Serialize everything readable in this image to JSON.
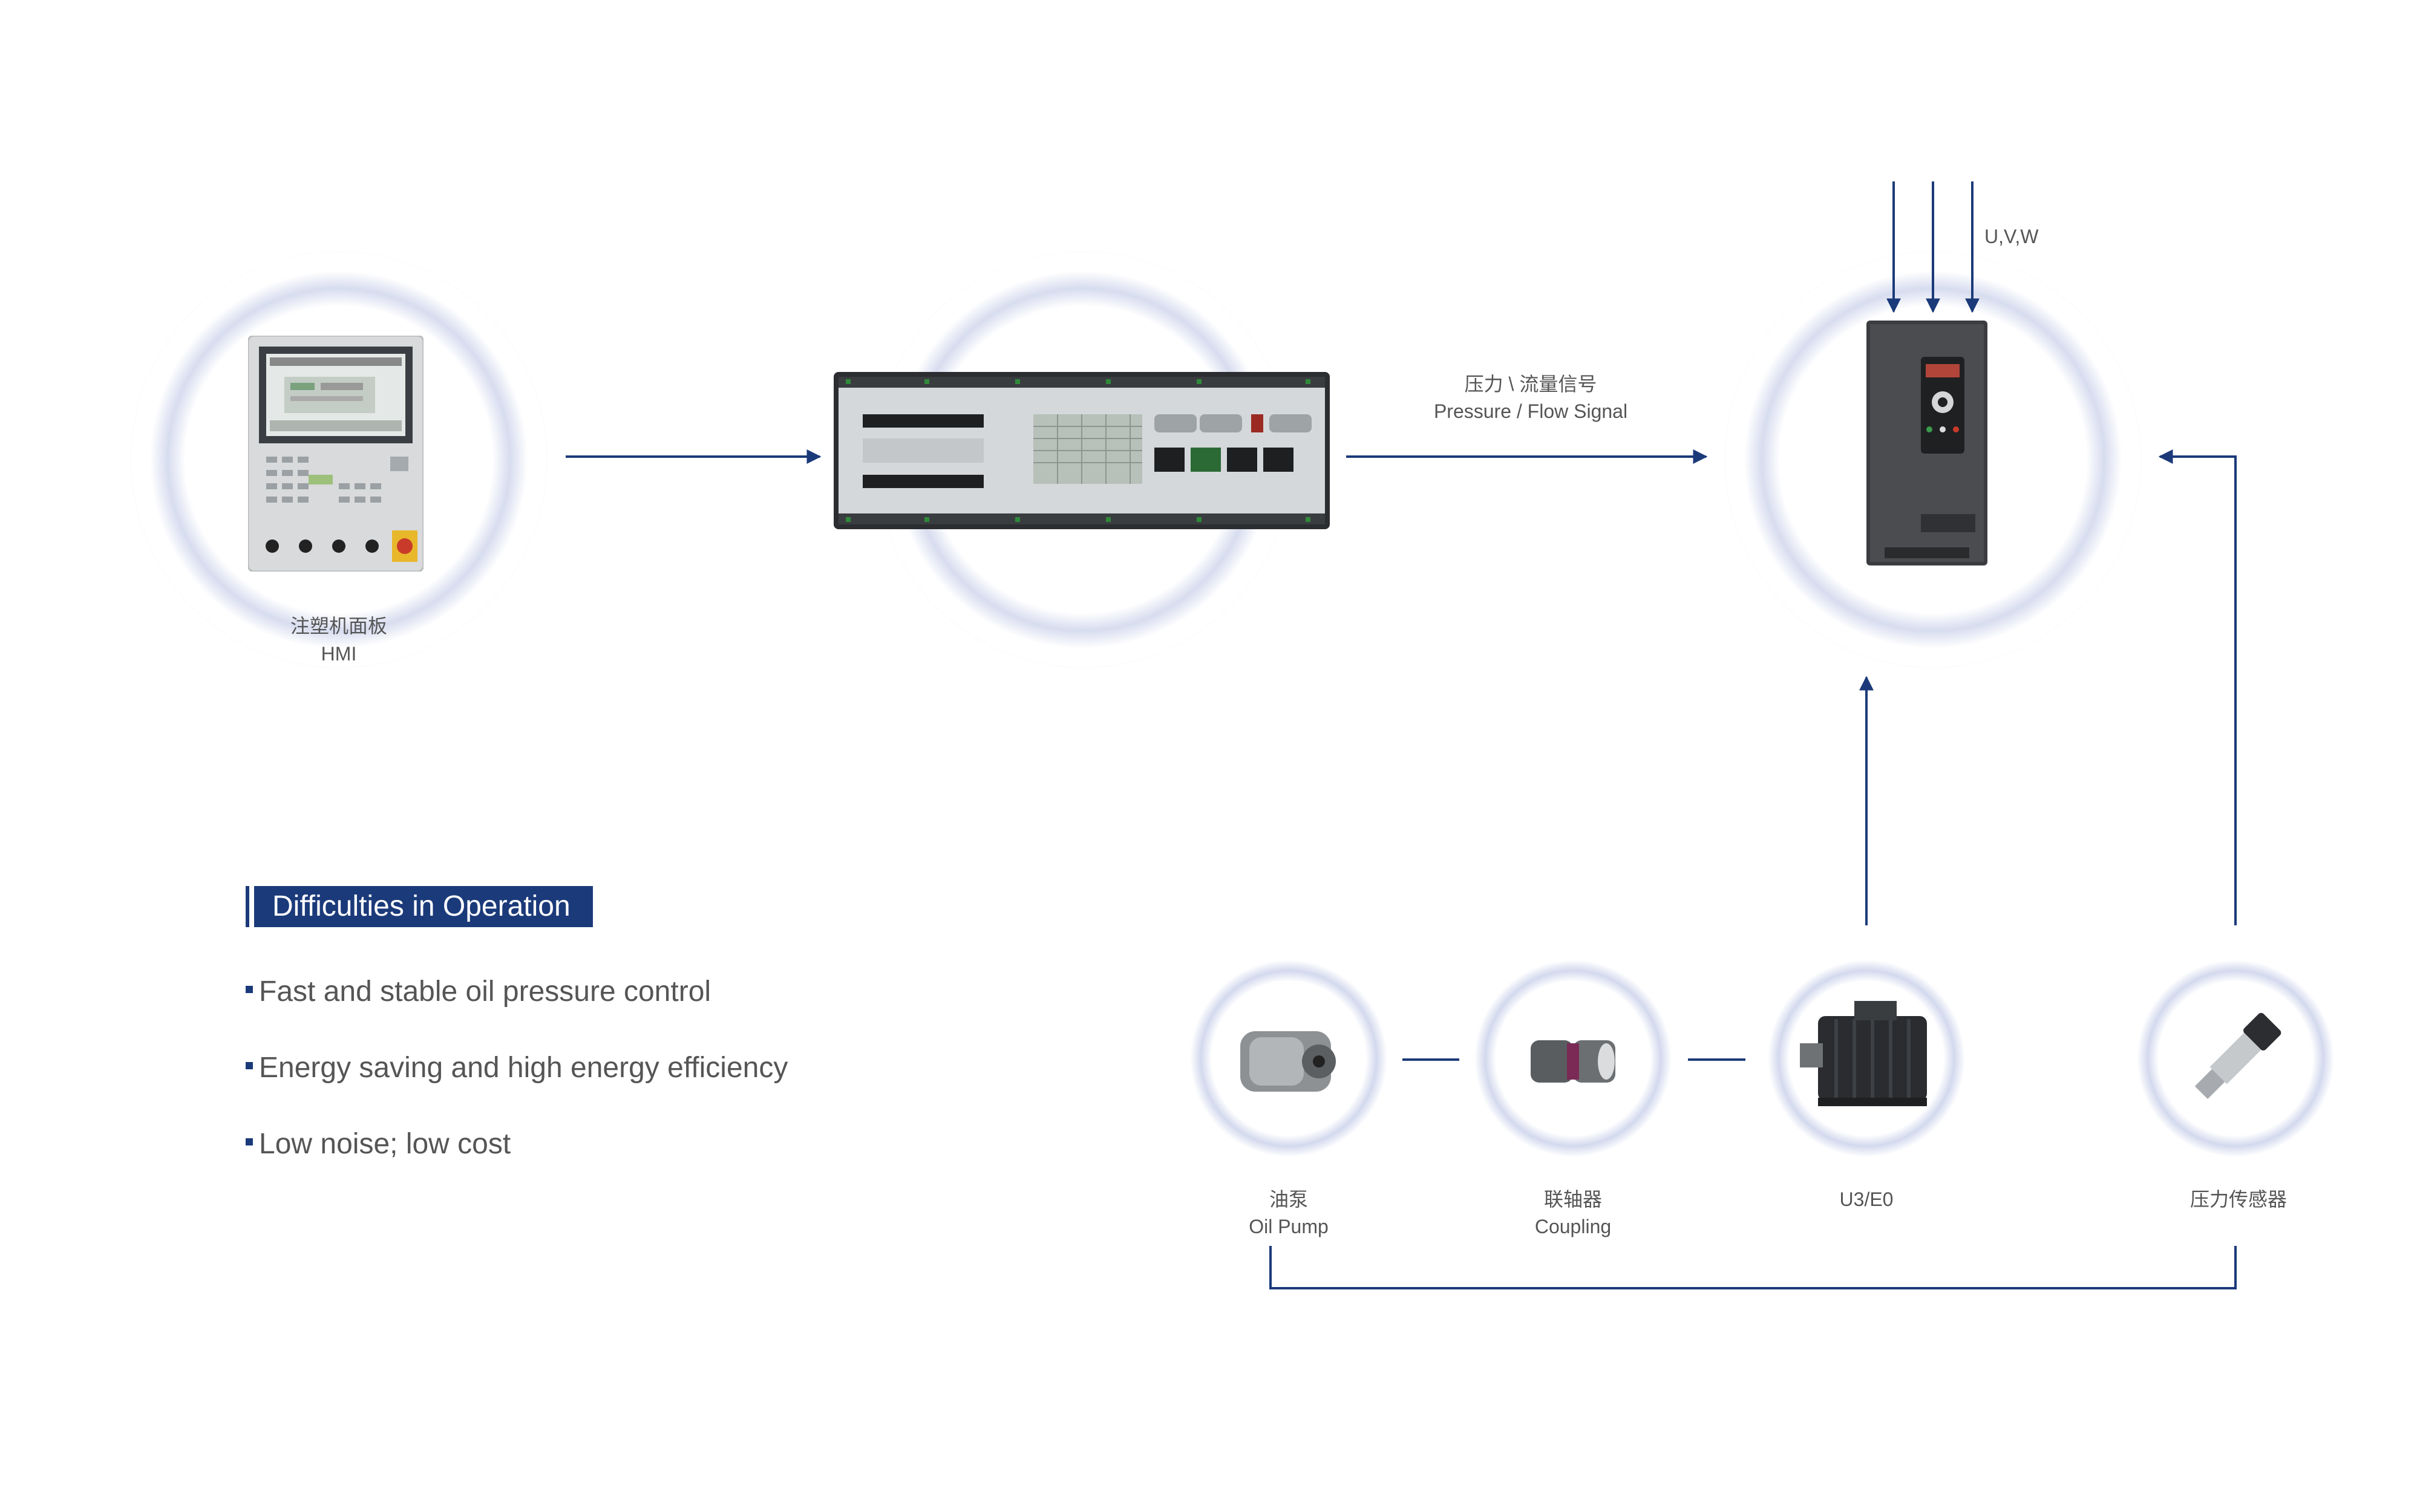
{
  "hmi": {
    "label_cn": "注塑机面板",
    "label_en": "HMI"
  },
  "signal": {
    "label_cn": "压力 \\ 流量信号",
    "label_en": "Pressure / Flow Signal"
  },
  "power": {
    "label": "U,V,W"
  },
  "components": {
    "pump": {
      "label_cn": "油泵",
      "label_en": "Oil Pump"
    },
    "coupling": {
      "label_cn": "联轴器",
      "label_en": "Coupling"
    },
    "motor": {
      "label": "U3/E0"
    },
    "sensor": {
      "label_cn": "压力传感器"
    }
  },
  "difficulties": {
    "title": "Difficulties in Operation",
    "items": [
      "Fast and stable oil pressure control",
      "Energy saving and high energy efficiency",
      "Low noise; low cost"
    ]
  },
  "colors": {
    "accent": "#1b3a7a",
    "line": "#1b3a7a",
    "text": "#555555"
  }
}
